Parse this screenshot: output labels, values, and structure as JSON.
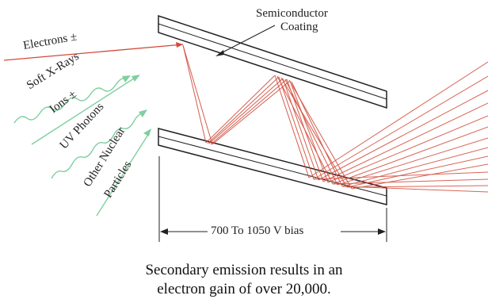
{
  "labels": {
    "semiconductor_line1": "Semiconductor",
    "semiconductor_line2": "Coating",
    "electrons": "Electrons ±",
    "soft_xrays": "Soft X-Rays",
    "ions": "Ions ±",
    "uv_photons": "UV Photons",
    "other_line1": "Other Nuclear",
    "other_line2": "Particles",
    "bias": "700 To 1050 V bias"
  },
  "caption": {
    "line1": "Secondary emission results in an",
    "line2": "electron gain of over 20,000."
  },
  "colors": {
    "electron_beam": "#d24b3a",
    "particle_arrows": "#7fcf9f",
    "plate_stroke": "#222222",
    "plate_fill": "#ffffff"
  }
}
